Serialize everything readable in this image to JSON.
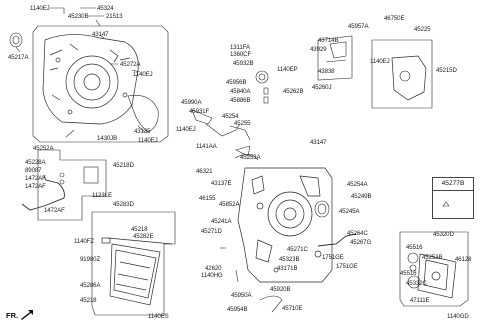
{
  "diagram": {
    "reference_box": "45277B",
    "front_marker": "FR.",
    "part_numbers": [
      "1140EJ",
      "45324",
      "45230B",
      "21513",
      "45217A",
      "43147",
      "45272A",
      "1140EJ",
      "1430JB",
      "43135",
      "1140EJ",
      "45252A",
      "45228A",
      "89087",
      "1472AF",
      "1472AF",
      "1472AF",
      "45218D",
      "1123LE",
      "45283D",
      "45218",
      "45282E",
      "1140FZ",
      "91980Z",
      "45286A",
      "45218",
      "1140ES",
      "46750E",
      "45957A",
      "45225",
      "43714B",
      "43929",
      "43838",
      "1140EJ",
      "45215D",
      "1311FA",
      "1360CF",
      "45932B",
      "1140EP",
      "45956B",
      "45840A",
      "45886B",
      "45262B",
      "45260J",
      "45990A",
      "45931F",
      "45254",
      "45255",
      "1140EJ",
      "43147",
      "1141AA",
      "45253A",
      "46321",
      "43137E",
      "46155",
      "45852A",
      "45254A",
      "45249B",
      "45245A",
      "45241A",
      "45271D",
      "42620",
      "1140HG",
      "45264C",
      "45267G",
      "45271C",
      "45323B",
      "43171B",
      "1751GE",
      "1751GE",
      "45950A",
      "45920B",
      "45954B",
      "45710E",
      "45320D",
      "45516",
      "45253B",
      "45516",
      "45332C",
      "47111E",
      "46128",
      "1140GD"
    ]
  }
}
